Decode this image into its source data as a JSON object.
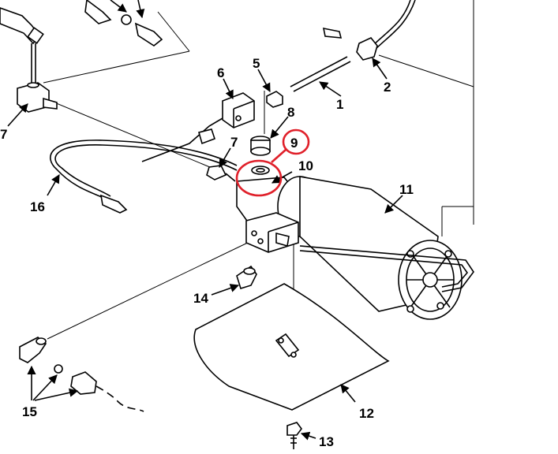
{
  "callouts": {
    "c1": "1",
    "c2": "2",
    "c5": "5",
    "c6": "6",
    "c7a": "7",
    "c7b": "7",
    "c8": "8",
    "c9": "9",
    "c10": "10",
    "c11": "11",
    "c12": "12",
    "c13": "13",
    "c14": "14",
    "c15": "15",
    "c16": "16"
  },
  "colors": {
    "line": "#000000",
    "highlight": "#e0202a",
    "background": "#ffffff"
  }
}
